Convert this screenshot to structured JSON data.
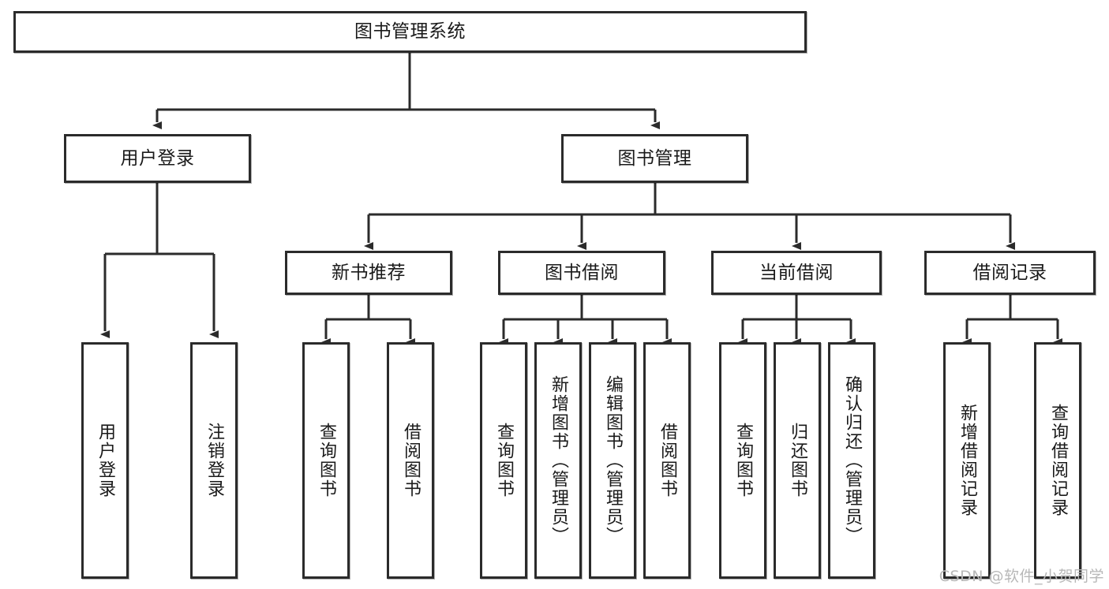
{
  "diagram": {
    "title": "图书管理系统",
    "type": "tree-hierarchy-chart",
    "watermark": "CSDN @软件_小贺同学",
    "colors": {
      "box_border": "#2b2b2b",
      "box_fill": "#ffffff",
      "edge": "#2b2b2b",
      "text": "#1a1a1a",
      "watermark": "#b8b8b8",
      "background": "#ffffff"
    }
  },
  "nodes": {
    "root": {
      "label": "图书管理系统"
    },
    "level2": [
      {
        "label": "用户登录"
      },
      {
        "label": "图书管理"
      }
    ],
    "level3": [
      {
        "label": "新书推荐"
      },
      {
        "label": "图书借阅"
      },
      {
        "label": "当前借阅"
      },
      {
        "label": "借阅记录"
      }
    ],
    "leaves": {
      "user_login": [
        {
          "label": "用户登录"
        },
        {
          "label": "注销登录"
        }
      ],
      "new_book": [
        {
          "label": "查询图书"
        },
        {
          "label": "借阅图书"
        }
      ],
      "book_borrow": [
        {
          "label": "查询图书"
        },
        {
          "label": "新增图书（管理员）"
        },
        {
          "label": "编辑图书（管理员）"
        },
        {
          "label": "借阅图书"
        }
      ],
      "current_borrow": [
        {
          "label": "查询图书"
        },
        {
          "label": "归还图书"
        },
        {
          "label": "确认归还（管理员）"
        }
      ],
      "borrow_record": [
        {
          "label": "新增借阅记录"
        },
        {
          "label": "查询借阅记录"
        }
      ]
    }
  }
}
